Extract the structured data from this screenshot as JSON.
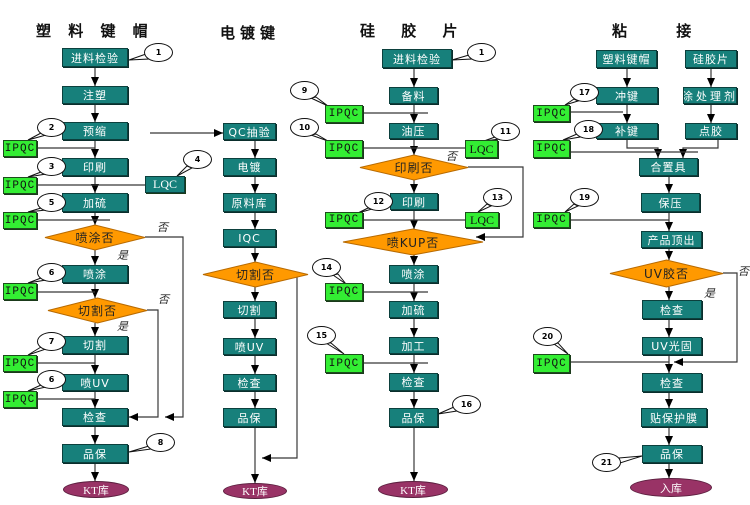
{
  "colors": {
    "process_step": "#17807b",
    "checkpoint": "#33ee33",
    "decision": "#ff9900",
    "terminal": "#993366",
    "callout": "#ffffff"
  },
  "keycap": {
    "title": "塑 料 键 帽",
    "steps": [
      "进料检验",
      "注塑",
      "预缩",
      "印刷",
      "加硫",
      "喷涂",
      "切割",
      "喷UV",
      "检查",
      "品保"
    ],
    "decisions": [
      "喷涂否",
      "切割否"
    ],
    "end": "KT库",
    "checkpoints": [
      "IPQC",
      "IPQC",
      "IPQC",
      "IPQC",
      "IPQC",
      "IPQC"
    ],
    "lqc": [
      "LQC"
    ],
    "callouts": [
      "1",
      "2",
      "3",
      "4",
      "5",
      "6",
      "7",
      "6",
      "8"
    ],
    "yes": [
      "是",
      "是"
    ],
    "no": [
      "否",
      "否"
    ]
  },
  "plating": {
    "title": "电镀键",
    "steps": [
      "QC抽验",
      "电镀",
      "原料库",
      "IQC",
      "切割",
      "喷UV",
      "检查",
      "品保"
    ],
    "decisions": [
      "切割否"
    ],
    "end": "KT库"
  },
  "silicone": {
    "title": "硅 胶 片",
    "steps": [
      "进料检验",
      "备料",
      "油压",
      "印刷",
      "喷涂",
      "加硫",
      "加工",
      "检查",
      "品保"
    ],
    "decisions": [
      "印刷否",
      "喷KUP否"
    ],
    "end": "KT库",
    "checkpoints": [
      "IPQC",
      "IPQC",
      "IPQC",
      "IPQC",
      "IPQC"
    ],
    "lqc": [
      "LQC",
      "LQC"
    ],
    "callouts": [
      "1",
      "9",
      "10",
      "11",
      "12",
      "13",
      "14",
      "15",
      "16"
    ],
    "no": [
      "否"
    ]
  },
  "bonding": {
    "title": "粘 接",
    "inputs": [
      "塑料键帽",
      "硅胶片"
    ],
    "steps": [
      "冲键",
      "涂处理剂",
      "补键",
      "点胶",
      "合置具",
      "保压",
      "产品顶出",
      "检查",
      "UV光固",
      "检查",
      "贴保护膜",
      "品保"
    ],
    "decisions": [
      "UV胶否"
    ],
    "end": "入库",
    "checkpoints": [
      "IPQC",
      "IPQC",
      "IPQC",
      "IPQC"
    ],
    "callouts": [
      "17",
      "18",
      "19",
      "20",
      "21"
    ],
    "yes": [
      "是"
    ],
    "no": [
      "否"
    ]
  }
}
